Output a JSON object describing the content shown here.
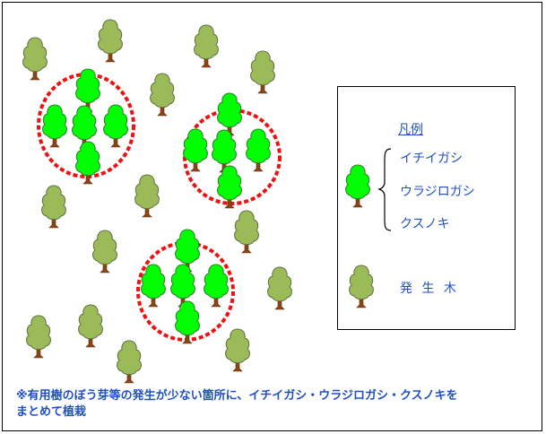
{
  "legend": {
    "title": "凡例",
    "species": [
      "イチイガシ",
      "ウラジロガシ",
      "クスノキ"
    ],
    "volunteer_label": "発 生 木"
  },
  "note": {
    "line1": "※有用樹のぼう芽等の発生が少ない箇所に、イチイガシ・ウラジロガシ・クスノキを",
    "line2": "まとめて植栽"
  },
  "colors": {
    "planted_tree": "#00ff00",
    "volunteer_tree": "#9bbb59",
    "trunk": "#8b4513",
    "group_circle": "#ee1111",
    "text": "#1f4fc4"
  },
  "icons": [
    "planted-tree-icon",
    "volunteer-tree-icon",
    "planting-group-circle"
  ]
}
